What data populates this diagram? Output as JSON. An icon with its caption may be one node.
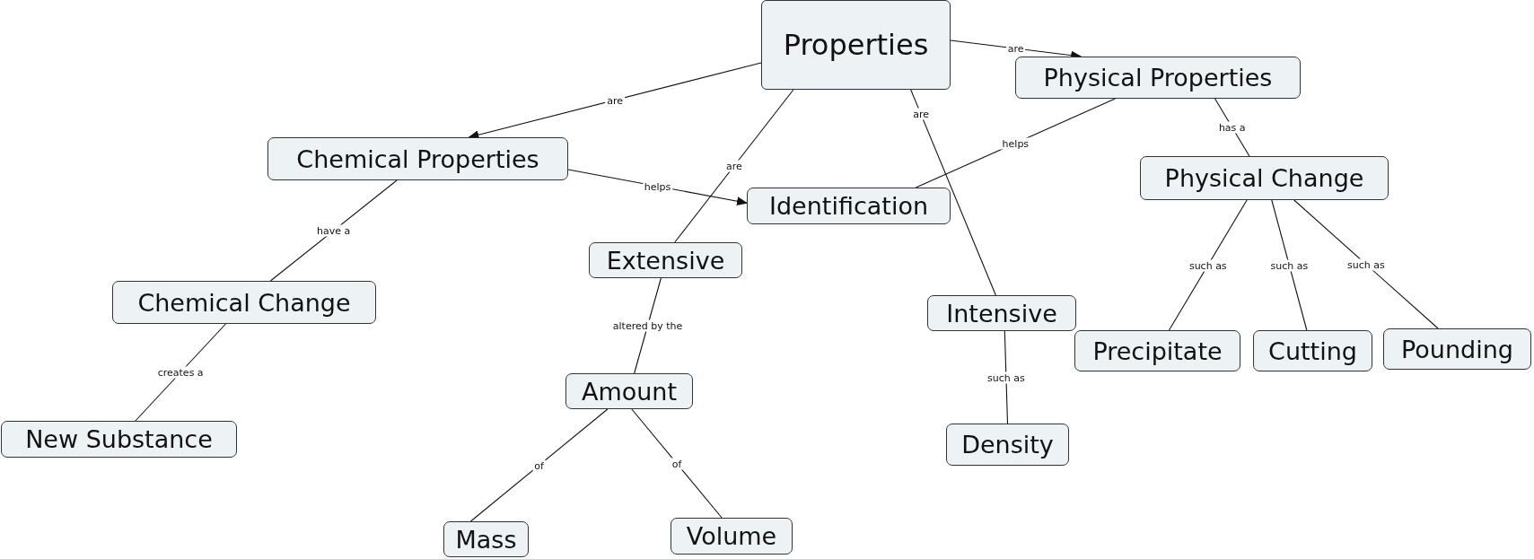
{
  "diagram": {
    "nodes": [
      {
        "text": [
          "Properties"
        ]
      },
      {
        "text": [
          "Physical Properties"
        ]
      },
      {
        "text": [
          "Chemical Properties"
        ]
      },
      {
        "text": [
          "Identification"
        ]
      },
      {
        "text": [
          "Physical Change"
        ]
      },
      {
        "text": [
          "Extensive"
        ]
      },
      {
        "text": [
          "Chemical Change"
        ]
      },
      {
        "text": [
          "Intensive"
        ]
      },
      {
        "text": [
          "Precipitate"
        ]
      },
      {
        "text": [
          "Cutting"
        ]
      },
      {
        "text": [
          "Pounding"
        ]
      },
      {
        "text": [
          "Amount"
        ]
      },
      {
        "text": [
          "New Substance"
        ]
      },
      {
        "text": [
          "Density"
        ]
      },
      {
        "text": [
          "Mass"
        ]
      },
      {
        "text": [
          "Volume"
        ]
      }
    ],
    "edges": [
      {
        "from": 0,
        "to": 1,
        "arrow": "to",
        "label": "are"
      },
      {
        "from": 0,
        "to": 2,
        "arrow": "to",
        "label": "are"
      },
      {
        "from": 0,
        "to": 5,
        "arrow": "none",
        "label": "are"
      },
      {
        "from": 0,
        "to": 7,
        "arrow": "none",
        "label": "are"
      },
      {
        "from": 1,
        "to": 3,
        "arrow": "none",
        "label": "helps"
      },
      {
        "from": 1,
        "to": 4,
        "arrow": "none",
        "label": "has a"
      },
      {
        "from": 2,
        "to": 3,
        "arrow": "to",
        "label": "helps"
      },
      {
        "from": 2,
        "to": 6,
        "arrow": "none",
        "label": "have a"
      },
      {
        "from": 4,
        "to": 8,
        "arrow": "none",
        "label": "such as"
      },
      {
        "from": 4,
        "to": 9,
        "arrow": "none",
        "label": "such as"
      },
      {
        "from": 4,
        "to": 10,
        "arrow": "none",
        "label": "such as"
      },
      {
        "from": 5,
        "to": 11,
        "arrow": "none",
        "label": "altered by the"
      },
      {
        "from": 6,
        "to": 12,
        "arrow": "none",
        "label": "creates a"
      },
      {
        "from": 7,
        "to": 13,
        "arrow": "none",
        "label": "such as"
      },
      {
        "from": 11,
        "to": 14,
        "arrow": "none",
        "label": "of"
      },
      {
        "from": 11,
        "to": 15,
        "arrow": "none",
        "label": "of"
      }
    ]
  }
}
